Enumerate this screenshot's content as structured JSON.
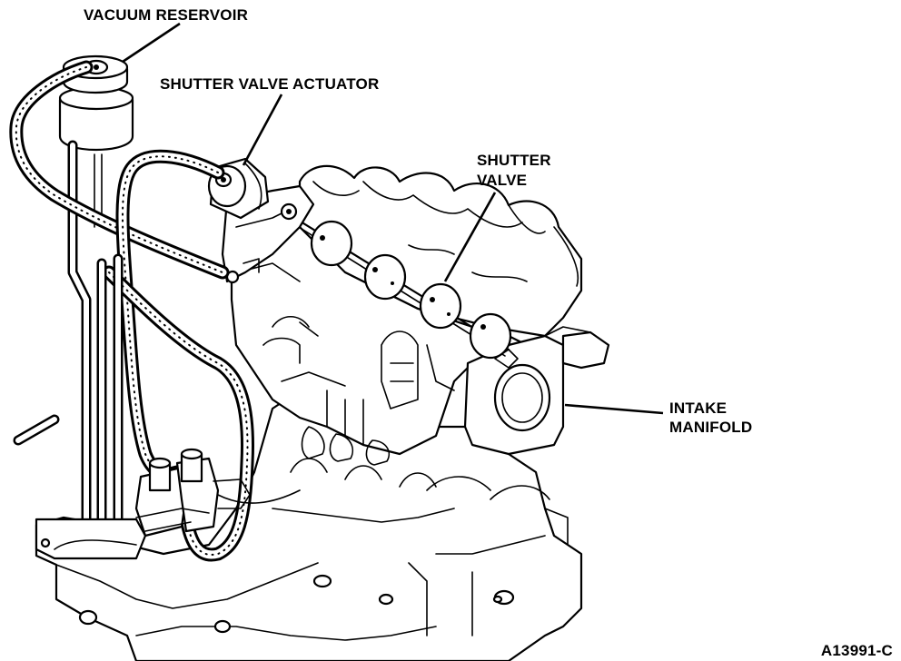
{
  "labels": {
    "vacuum_reservoir": "VACUUM RESERVOIR",
    "shutter_valve_actuator": "SHUTTER VALVE ACTUATOR",
    "shutter_valve_line1": "SHUTTER",
    "shutter_valve_line2": "VALVE",
    "intake_manifold_line1": "INTAKE",
    "intake_manifold_line2": "MANIFOLD"
  },
  "figure_id": "A13991-C",
  "colors": {
    "ink": "#000000",
    "paper": "#ffffff"
  }
}
